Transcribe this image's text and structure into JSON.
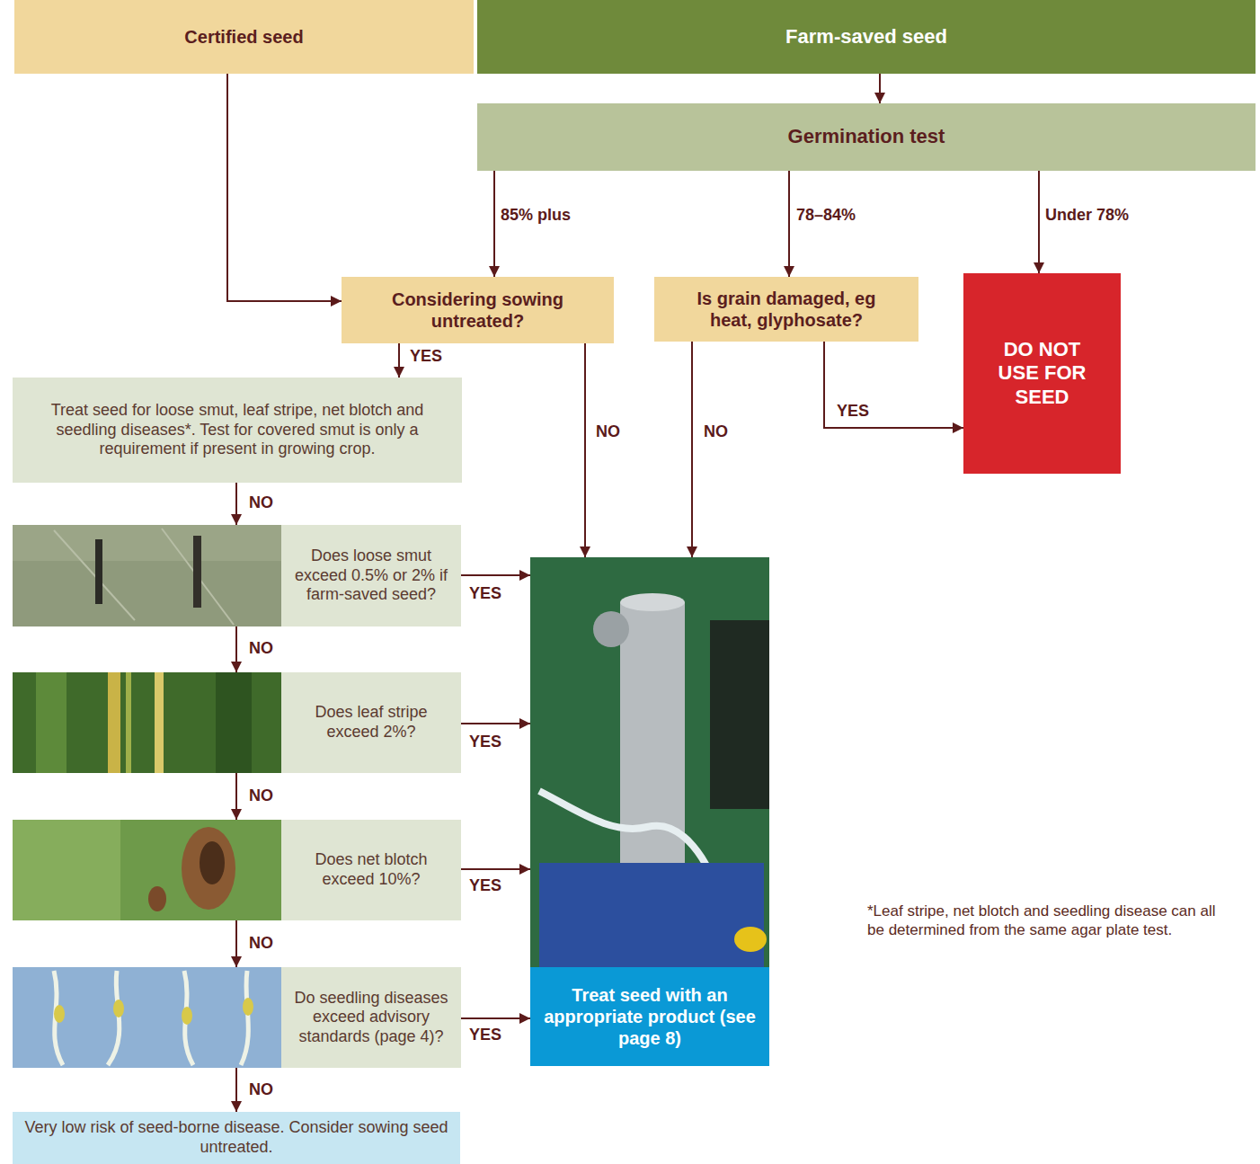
{
  "diagram": {
    "nodes": [
      {
        "text": [
          "Certified seed"
        ]
      },
      {
        "text": [
          "Farm-saved seed"
        ]
      },
      {
        "text": [
          "Germination test"
        ]
      },
      {
        "text": [
          "Considering sowing untreated?"
        ]
      },
      {
        "text": [
          "Is grain damaged, eg heat, glyphosate?"
        ]
      },
      {
        "text": [
          "DO NOT USE FOR SEED"
        ]
      },
      {
        "text": [
          "Treat seed for loose smut, leaf stripe, net blotch and seedling diseases*. Test for covered smut is only a requirement if present in growing crop."
        ]
      },
      {
        "text": [
          "Does loose smut exceed 0.5% or 2% if farm-saved seed?"
        ]
      },
      {
        "text": [
          "Does leaf stripe exceed 2%?"
        ]
      },
      {
        "text": [
          "Does net blotch exceed 10%?"
        ]
      },
      {
        "text": [
          "Do seedling diseases exceed advisory standards (page 4)?"
        ]
      },
      {
        "text": [
          "Very low risk of seed-borne disease. Consider sowing seed untreated."
        ]
      },
      {
        "text": [
          "Treat seed with an appropriate product (see page 8)"
        ]
      }
    ],
    "edges": [
      {
        "from": 0,
        "to": 3,
        "arrow": "to"
      },
      {
        "from": 1,
        "to": 2,
        "arrow": "to"
      },
      {
        "from": 2,
        "to": 3,
        "arrow": "to",
        "label": "85% plus"
      },
      {
        "from": 2,
        "to": 4,
        "arrow": "to",
        "label": "78–84%"
      },
      {
        "from": 2,
        "to": 5,
        "arrow": "to",
        "label": "Under 78%"
      },
      {
        "from": 3,
        "to": 6,
        "arrow": "to",
        "label": "YES"
      },
      {
        "from": 3,
        "to": 12,
        "arrow": "to",
        "label": "NO"
      },
      {
        "from": 4,
        "to": 12,
        "arrow": "to",
        "label": "NO"
      },
      {
        "from": 4,
        "to": 5,
        "arrow": "to",
        "label": "YES"
      },
      {
        "from": 6,
        "to": 7,
        "arrow": "to",
        "label": "NO"
      },
      {
        "from": 7,
        "to": 12,
        "arrow": "to",
        "label": "YES"
      },
      {
        "from": 7,
        "to": 8,
        "arrow": "to",
        "label": "NO"
      },
      {
        "from": 8,
        "to": 12,
        "arrow": "to",
        "label": "YES"
      },
      {
        "from": 8,
        "to": 9,
        "arrow": "to",
        "label": "NO"
      },
      {
        "from": 9,
        "to": 12,
        "arrow": "to",
        "label": "YES"
      },
      {
        "from": 9,
        "to": 10,
        "arrow": "to",
        "label": "NO"
      },
      {
        "from": 10,
        "to": 12,
        "arrow": "to",
        "label": "YES"
      },
      {
        "from": 10,
        "to": 11,
        "arrow": "to",
        "label": "NO"
      }
    ],
    "labels": [
      "*Leaf stripe, net blotch and seedling disease can all be determined from the same agar plate test."
    ]
  }
}
